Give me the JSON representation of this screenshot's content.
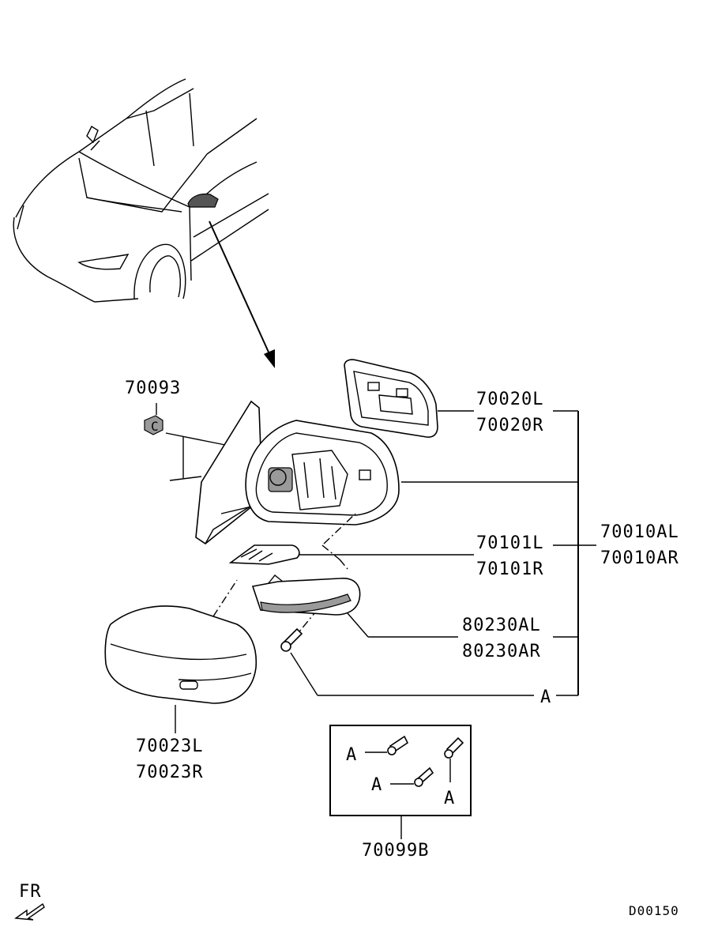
{
  "labels": {
    "p70093": "70093",
    "p70020L": "70020L",
    "p70020R": "70020R",
    "p70010AL": "70010AL",
    "p70010AR": "70010AR",
    "p70101L": "70101L",
    "p70101R": "70101R",
    "p80230AL": "80230AL",
    "p80230AR": "80230AR",
    "refA": "A",
    "p70023L": "70023L",
    "p70023R": "70023R",
    "p70099B": "70099B",
    "kitA1": "A",
    "kitA2": "A",
    "kitA3": "A",
    "direction": "FR",
    "diagram_code": "D00150",
    "nut_mark": "C"
  }
}
